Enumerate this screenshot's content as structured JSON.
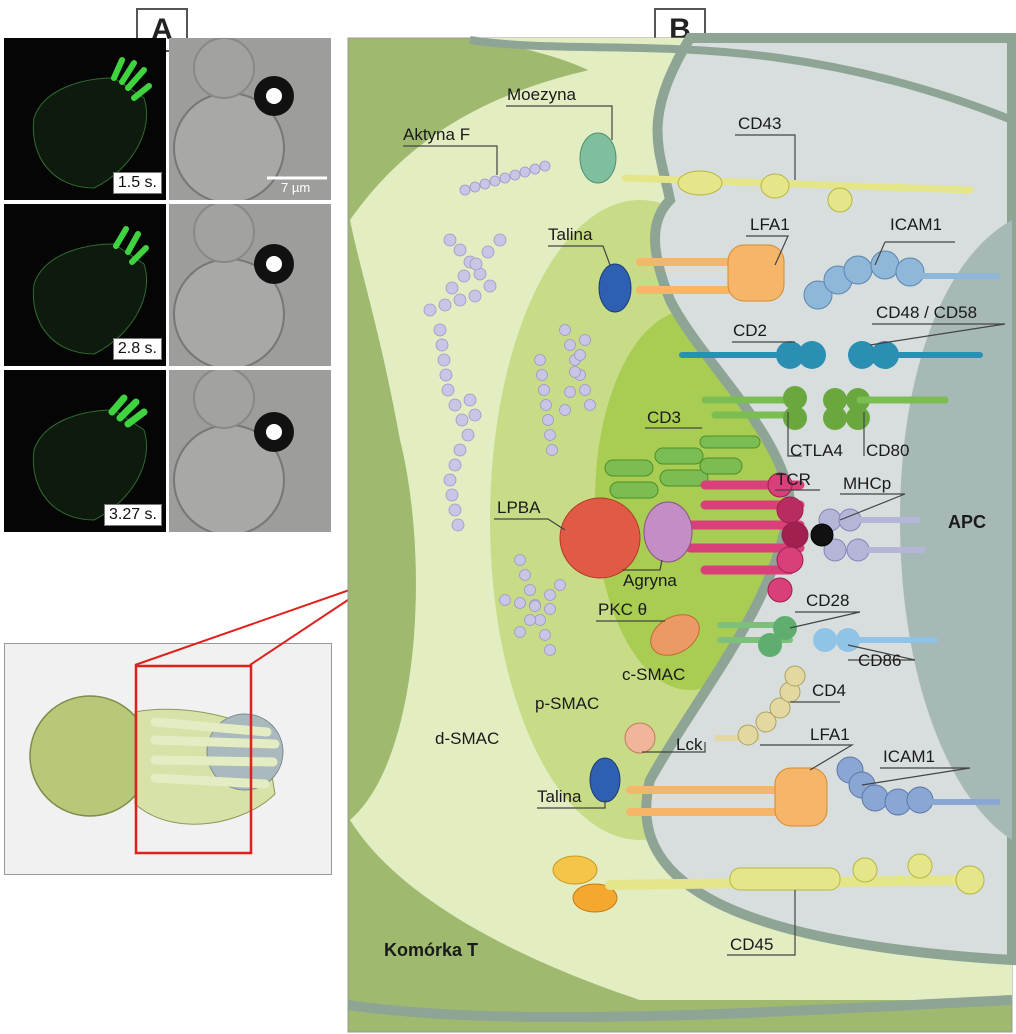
{
  "panel_a": {
    "label": "A",
    "frames": [
      {
        "time": "1.5 s."
      },
      {
        "time": "2.8 s."
      },
      {
        "time": "3.27 s."
      }
    ],
    "scale_bar": "7 µm"
  },
  "panel_b": {
    "label": "B",
    "labels": {
      "aktyna_f": "Aktyna F",
      "moezyna": "Moezyna",
      "cd43": "CD43",
      "talina_top": "Talina",
      "lfa1_top": "LFA1",
      "icam1_top": "ICAM1",
      "cd2": "CD2",
      "cd48_cd58": "CD48 / CD58",
      "cd3": "CD3",
      "ctla4": "CTLA4",
      "cd80": "CD80",
      "tcr": "TCR",
      "mhcp": "MHCp",
      "lpba": "LPBA",
      "agryna": "Agryna",
      "apc": "APC",
      "pkc": "PKC θ",
      "cd28": "CD28",
      "cd86": "CD86",
      "c_smac": "c-SMAC",
      "p_smac": "p-SMAC",
      "cd4": "CD4",
      "d_smac": "d-SMAC",
      "lfa1_bottom": "LFA1",
      "lck": "Lck",
      "icam1_bottom": "ICAM1",
      "talina_bottom": "Talina",
      "cd45": "CD45",
      "komorka_t": "Komórka T"
    }
  },
  "colors": {
    "t_cell_dark": "#9ab36a",
    "t_cell_light": "#e3edc2",
    "smac_green": "#b7d36a",
    "apc_grey": "#cfd8d6",
    "membrane": "#8ea596",
    "actin": "#c9c5e6",
    "tcr_pink": "#d9407a",
    "lfa1_orange": "#f6b66a",
    "icam_blue": "#8fb7da",
    "cd2_teal": "#2b8fb3",
    "cd45_yellow": "#e5e58a",
    "highlight_red": "#e0201b"
  }
}
